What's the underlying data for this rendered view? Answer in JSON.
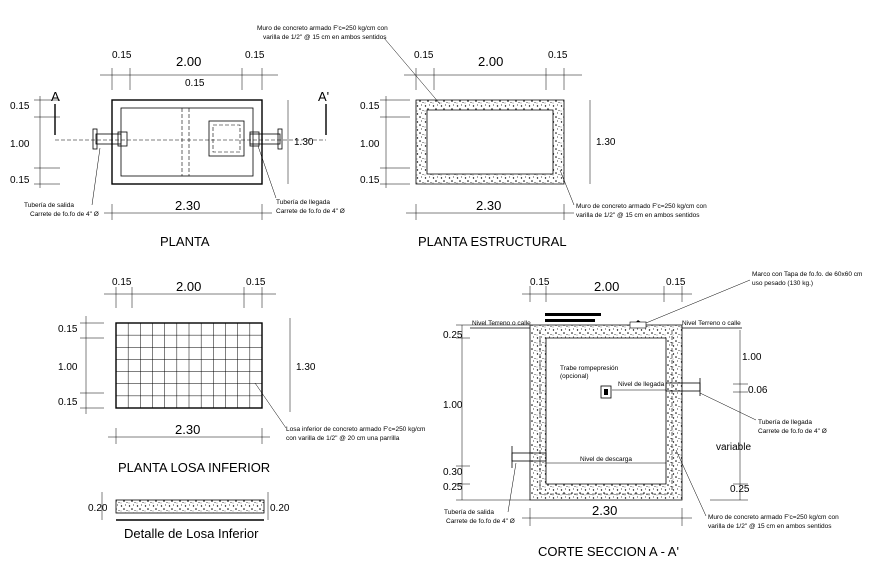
{
  "views": {
    "planta": {
      "title": "PLANTA",
      "dim_top_left": "0.15",
      "dim_top_mid": "2.00",
      "dim_top_right": "0.15",
      "dim_inner": "0.15",
      "dim_left_top": "0.15",
      "dim_left_mid": "1.00",
      "dim_left_bot": "0.15",
      "dim_right": "1.30",
      "dim_bottom": "2.30",
      "section_a": "A",
      "section_a2": "A'",
      "note_salida_1": "Tubería de salida",
      "note_salida_2": "Carrete de fo.fo de 4\" Ø",
      "note_llegada_1": "Tubería de llegada",
      "note_llegada_2": "Carrete de fo.fo de 4\" Ø"
    },
    "estructural": {
      "title": "PLANTA ESTRUCTURAL",
      "dim_top_left": "0.15",
      "dim_top_mid": "2.00",
      "dim_top_right": "0.15",
      "dim_left_top": "0.15",
      "dim_left_mid": "1.00",
      "dim_left_bot": "0.15",
      "dim_right": "1.30",
      "dim_bottom": "2.30",
      "note_top_1": "Muro de concreto armado F'c=250 kg/cm con",
      "note_top_2": "varilla de 1/2\"  @ 15 cm en ambos sentidos",
      "note_bot_1": "Muro de concreto armado F'c=250 kg/cm con",
      "note_bot_2": "varilla de 1/2\"  @ 15 cm en ambos sentidos"
    },
    "losa": {
      "title": "PLANTA LOSA INFERIOR",
      "dim_top_left": "0.15",
      "dim_top_mid": "2.00",
      "dim_top_right": "0.15",
      "dim_left_top": "0.15",
      "dim_left_mid": "1.00",
      "dim_left_bot": "0.15",
      "dim_right": "1.30",
      "dim_bottom": "2.30",
      "note_1": "Losa inferior de concreto armado F'c=250 kg/cm",
      "note_2": "con varilla de 1/2\"  @ 20 cm una parrilla"
    },
    "detalle": {
      "title": "Detalle de Losa Inferior",
      "dim_left": "0.20",
      "dim_right": "0.20"
    },
    "corte": {
      "title": "CORTE SECCION A - A'",
      "dim_top_left": "0.15",
      "dim_top_mid": "2.00",
      "dim_top_right": "0.15",
      "dim_left_1": "0.25",
      "dim_left_2": "1.00",
      "dim_left_3": "0.30",
      "dim_left_4": "0.25",
      "dim_right_1": "1.00",
      "dim_right_2": "0.06",
      "dim_right_3": "variable",
      "dim_right_4": "0.25",
      "dim_bottom": "2.30",
      "marco_1": "Marco con Tapa de fo.fo. de 60x60 cm",
      "marco_2": "uso pesado (130 kg.)",
      "nivel_terreno_left": "Nivel Terreno o calle",
      "nivel_terreno_right": "Nivel Terreno o calle",
      "trabe_1": "Trabe rompepresión",
      "trabe_2": "(opcional)",
      "nivel_llegada": "Nivel de llegada",
      "nivel_descarga": "Nivel de descarga",
      "llegada_1": "Tubería de llegada",
      "llegada_2": "Carrete de fo.fo de 4\" Ø",
      "salida_1": "Tubería de salida",
      "salida_2": "Carrete de fo.fo de 4\" Ø",
      "muro_1": "Muro de concreto armado F'c=250 kg/cm con",
      "muro_2": "varilla de 1/2\"  @ 15 cm en ambos sentidos"
    }
  }
}
